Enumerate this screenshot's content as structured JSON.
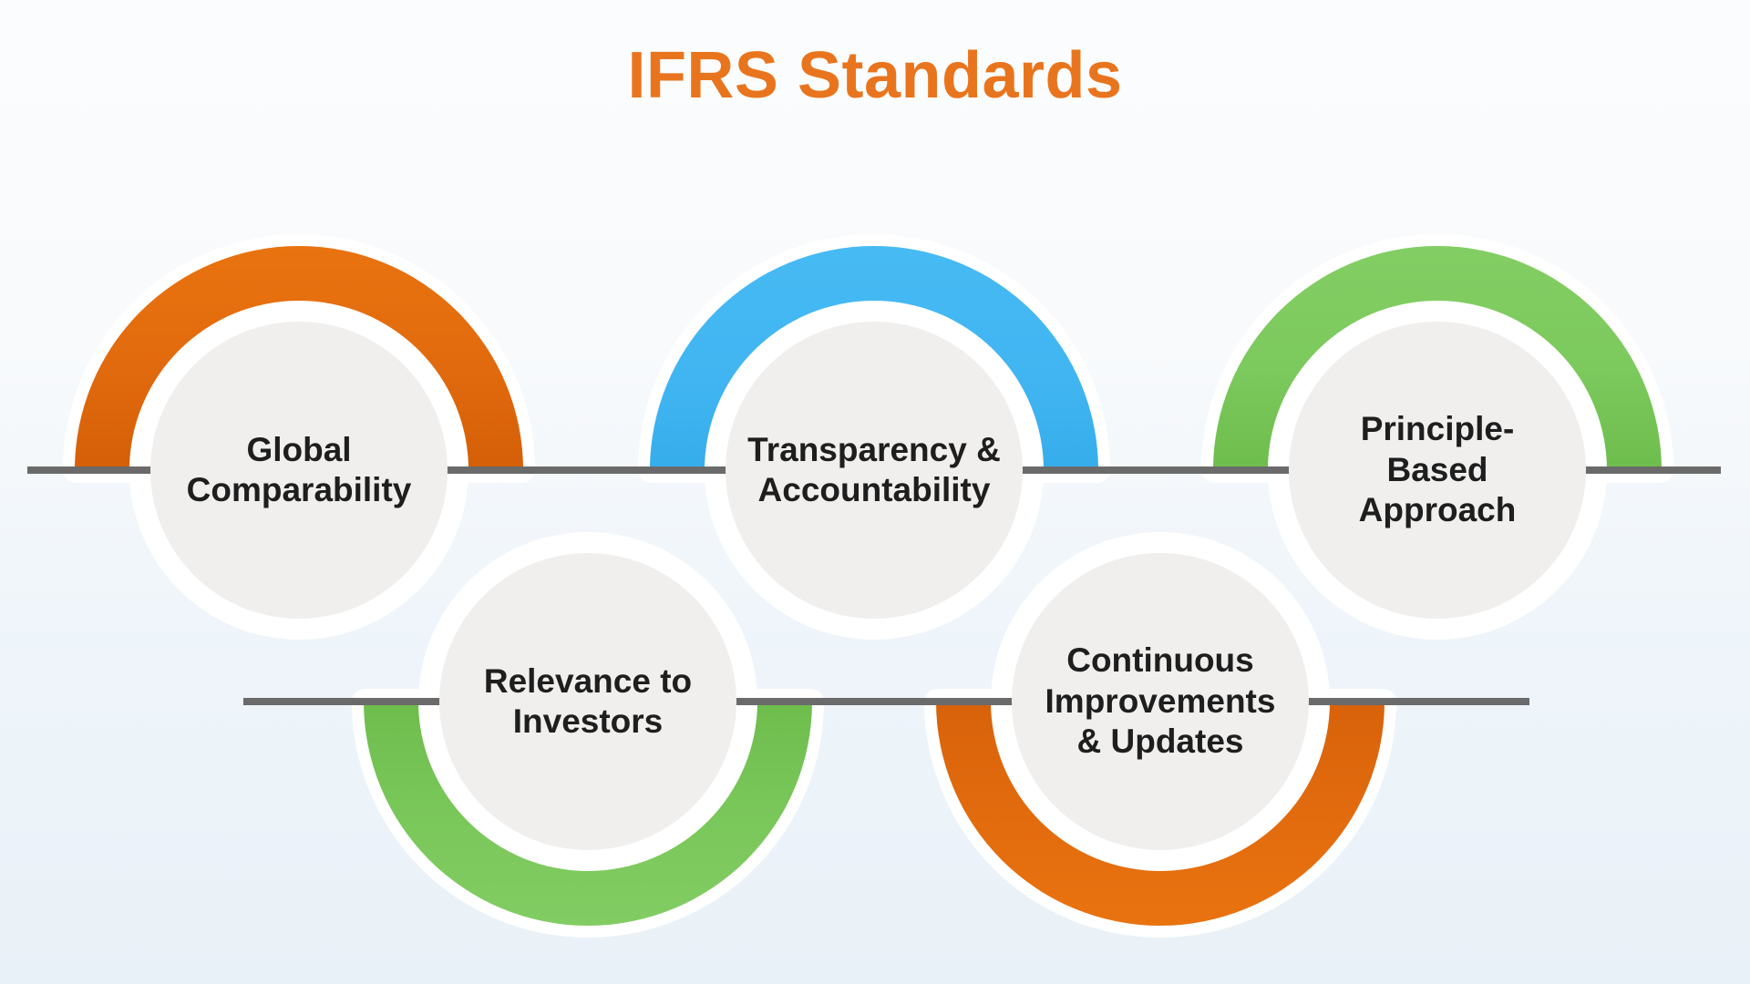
{
  "title": "IFRS Standards",
  "items": [
    {
      "name": "global-comparability",
      "arc_color_name": "orange",
      "side": "top",
      "lines": [
        "Global",
        "Comparability"
      ]
    },
    {
      "name": "transparency-accountability",
      "arc_color_name": "blue",
      "side": "top",
      "lines": [
        "Transparency &",
        "Accountability"
      ]
    },
    {
      "name": "principle-based-approach",
      "arc_color_name": "green",
      "side": "top",
      "lines": [
        "Principle-",
        "Based",
        "Approach"
      ]
    },
    {
      "name": "relevance-to-investors",
      "arc_color_name": "green",
      "side": "bottom",
      "lines": [
        "Relevance to",
        "Investors"
      ]
    },
    {
      "name": "continuous-improvements-updates",
      "arc_color_name": "orange",
      "side": "bottom",
      "lines": [
        "Continuous",
        "Improvements",
        "& Updates"
      ]
    }
  ],
  "colors": {
    "title": "#E8751E",
    "arc_orange": "#E16A0E",
    "arc_blue": "#40B5F1",
    "arc_green": "#7CC95D",
    "connector_line": "#6A6A6A",
    "circle_fill": "#F0EFED",
    "halo": "#FFFFFF",
    "text": "#1E1E1E",
    "background_top": "#FBFCFD",
    "background_bottom": "#E9F1F8"
  }
}
